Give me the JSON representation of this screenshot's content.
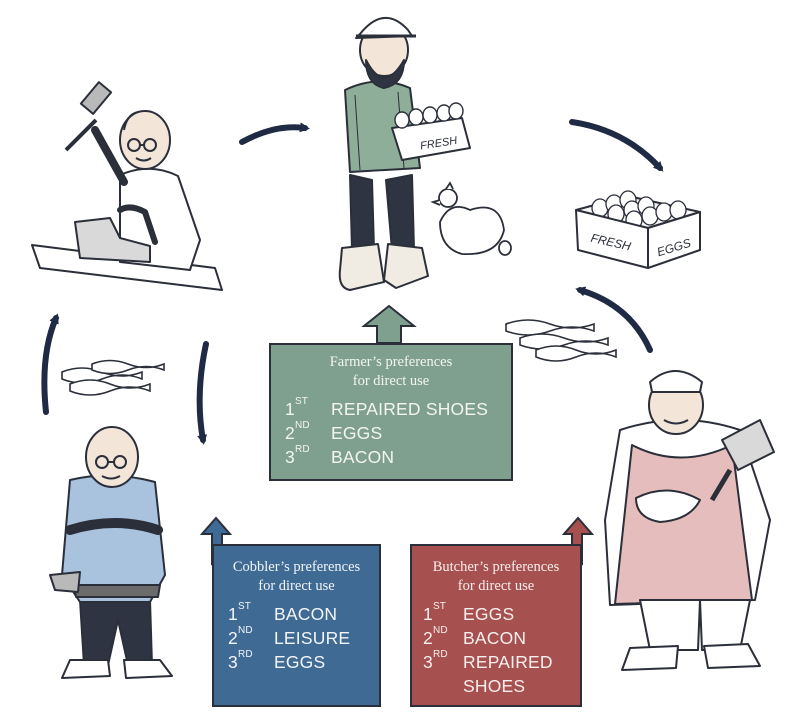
{
  "farmer": {
    "heading_line1": "Farmer’s preferences",
    "heading_line2": "for direct use",
    "ranks": [
      {
        "num": "1",
        "suffix": "ST",
        "item": "REPAIRED SHOES"
      },
      {
        "num": "2",
        "suffix": "ND",
        "item": "EGGS"
      },
      {
        "num": "3",
        "suffix": "RD",
        "item": "BACON"
      }
    ],
    "color": "#7fa08e"
  },
  "cobbler": {
    "heading_line1": "Cobbler’s preferences",
    "heading_line2": "for direct use",
    "ranks": [
      {
        "num": "1",
        "suffix": "ST",
        "item": "BACON"
      },
      {
        "num": "2",
        "suffix": "ND",
        "item": "LEISURE"
      },
      {
        "num": "3",
        "suffix": "RD",
        "item": "EGGS"
      }
    ],
    "color": "#3f6a94"
  },
  "butcher": {
    "heading_line1": "Butcher’s preferences",
    "heading_line2": "for direct use",
    "ranks": [
      {
        "num": "1",
        "suffix": "ST",
        "item": "EGGS"
      },
      {
        "num": "2",
        "suffix": "ND",
        "item": "BACON"
      },
      {
        "num": "3",
        "suffix": "RD",
        "item": "REPAIRED SHOES"
      }
    ],
    "color": "#a6504f"
  },
  "crate_labels": {
    "farmer_crate": "FRESH",
    "egg_crate_left": "FRESH",
    "egg_crate_right": "EGGS"
  },
  "colors": {
    "ink": "#2b2f3a",
    "arrow": "#1f2a44",
    "skin": "#f3e6d8",
    "shirt_farmer": "#8fae99",
    "shirt_cobbler": "#a9c2dd",
    "apron_butcher": "#e6bdbd"
  },
  "icons": [
    "hammer-icon",
    "egg-crate-icon",
    "chicken-icon",
    "bacon-icon",
    "cleaver-icon",
    "cycle-arrow-icon"
  ]
}
